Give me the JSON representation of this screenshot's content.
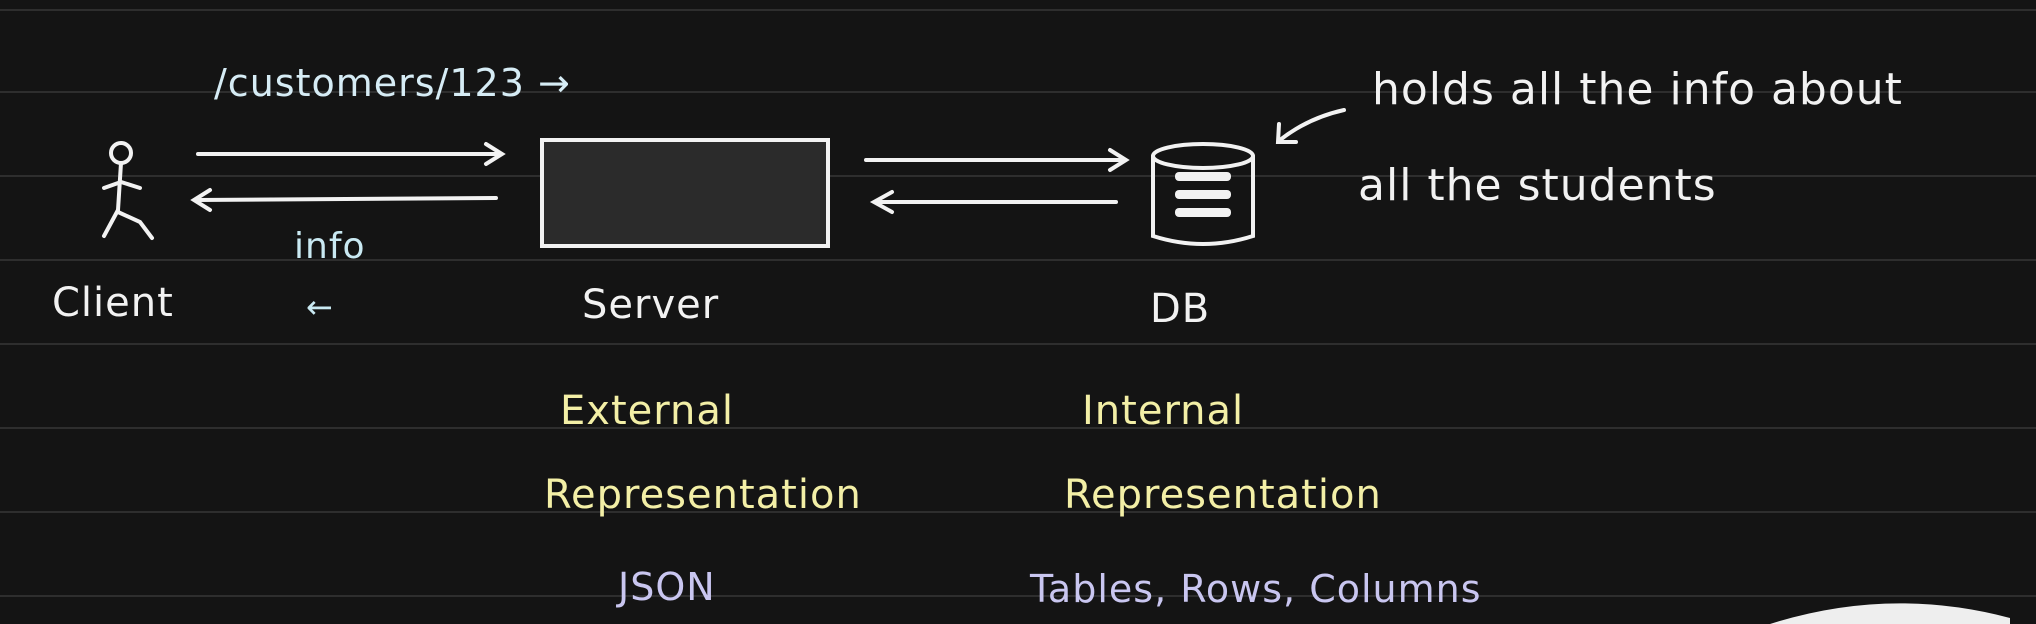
{
  "colors": {
    "background": "#141414",
    "ruled_line": "#2e2e2e",
    "white": "#f2f2f2",
    "route": "#d6ecf5",
    "info": "#c9e9f2",
    "representation": "#f3efa6",
    "format": "#c9c6f0"
  },
  "request": {
    "path_label": "/customers/123 →"
  },
  "response": {
    "info_label": "info",
    "back_arrow": "←"
  },
  "nodes": {
    "client": {
      "label": "Client",
      "icon": "stick-figure-icon"
    },
    "server": {
      "label": "Server",
      "icon": "server-box"
    },
    "db": {
      "label": "DB",
      "icon": "database-icon"
    }
  },
  "annotation": {
    "line1": "holds all the info about",
    "line2": "all the students"
  },
  "server_rep": {
    "line1": "External",
    "line2": "Representation",
    "format": "JSON"
  },
  "db_rep": {
    "line1": "Internal",
    "line2": "Representation",
    "format": "Tables, Rows, Columns"
  }
}
